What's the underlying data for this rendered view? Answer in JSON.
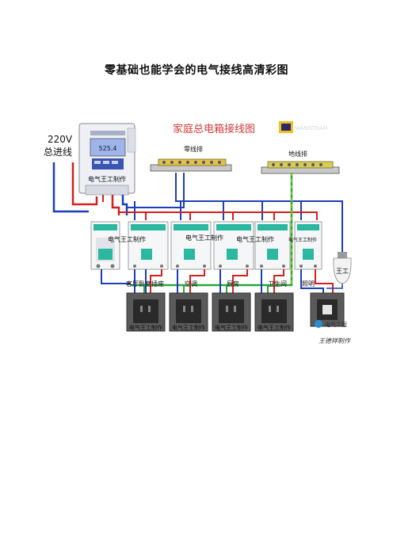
{
  "document": {
    "title": "零基础也能学会的电气接线高清彩图"
  },
  "diagram": {
    "heading": "家庭总电箱接线图",
    "incoming": {
      "voltage": "220V",
      "label": "总进线"
    },
    "meter": {
      "reading": "525.4",
      "maker": "电气王工制作"
    },
    "neutral_bar": "零线排",
    "ground_bar": "地线排",
    "breaker_maker_label": "电气王工制作",
    "circuits": [
      {
        "label": "客厅卧室插座"
      },
      {
        "label": "空调"
      },
      {
        "label": "厨房"
      },
      {
        "label": "卫生间"
      },
      {
        "label": "照明"
      }
    ],
    "outlet_maker_label": "电气王工制作",
    "bulb_label": "王工",
    "watermark": "电气工程",
    "signature": "王德祥制作",
    "logo_text": "WANGTEAM",
    "colors": {
      "live": "#d32020",
      "neutral": "#1c3fb8",
      "ground_green": "#27a83a",
      "ground_yellow": "#e8d61c",
      "heading": "#d23a3a"
    }
  }
}
